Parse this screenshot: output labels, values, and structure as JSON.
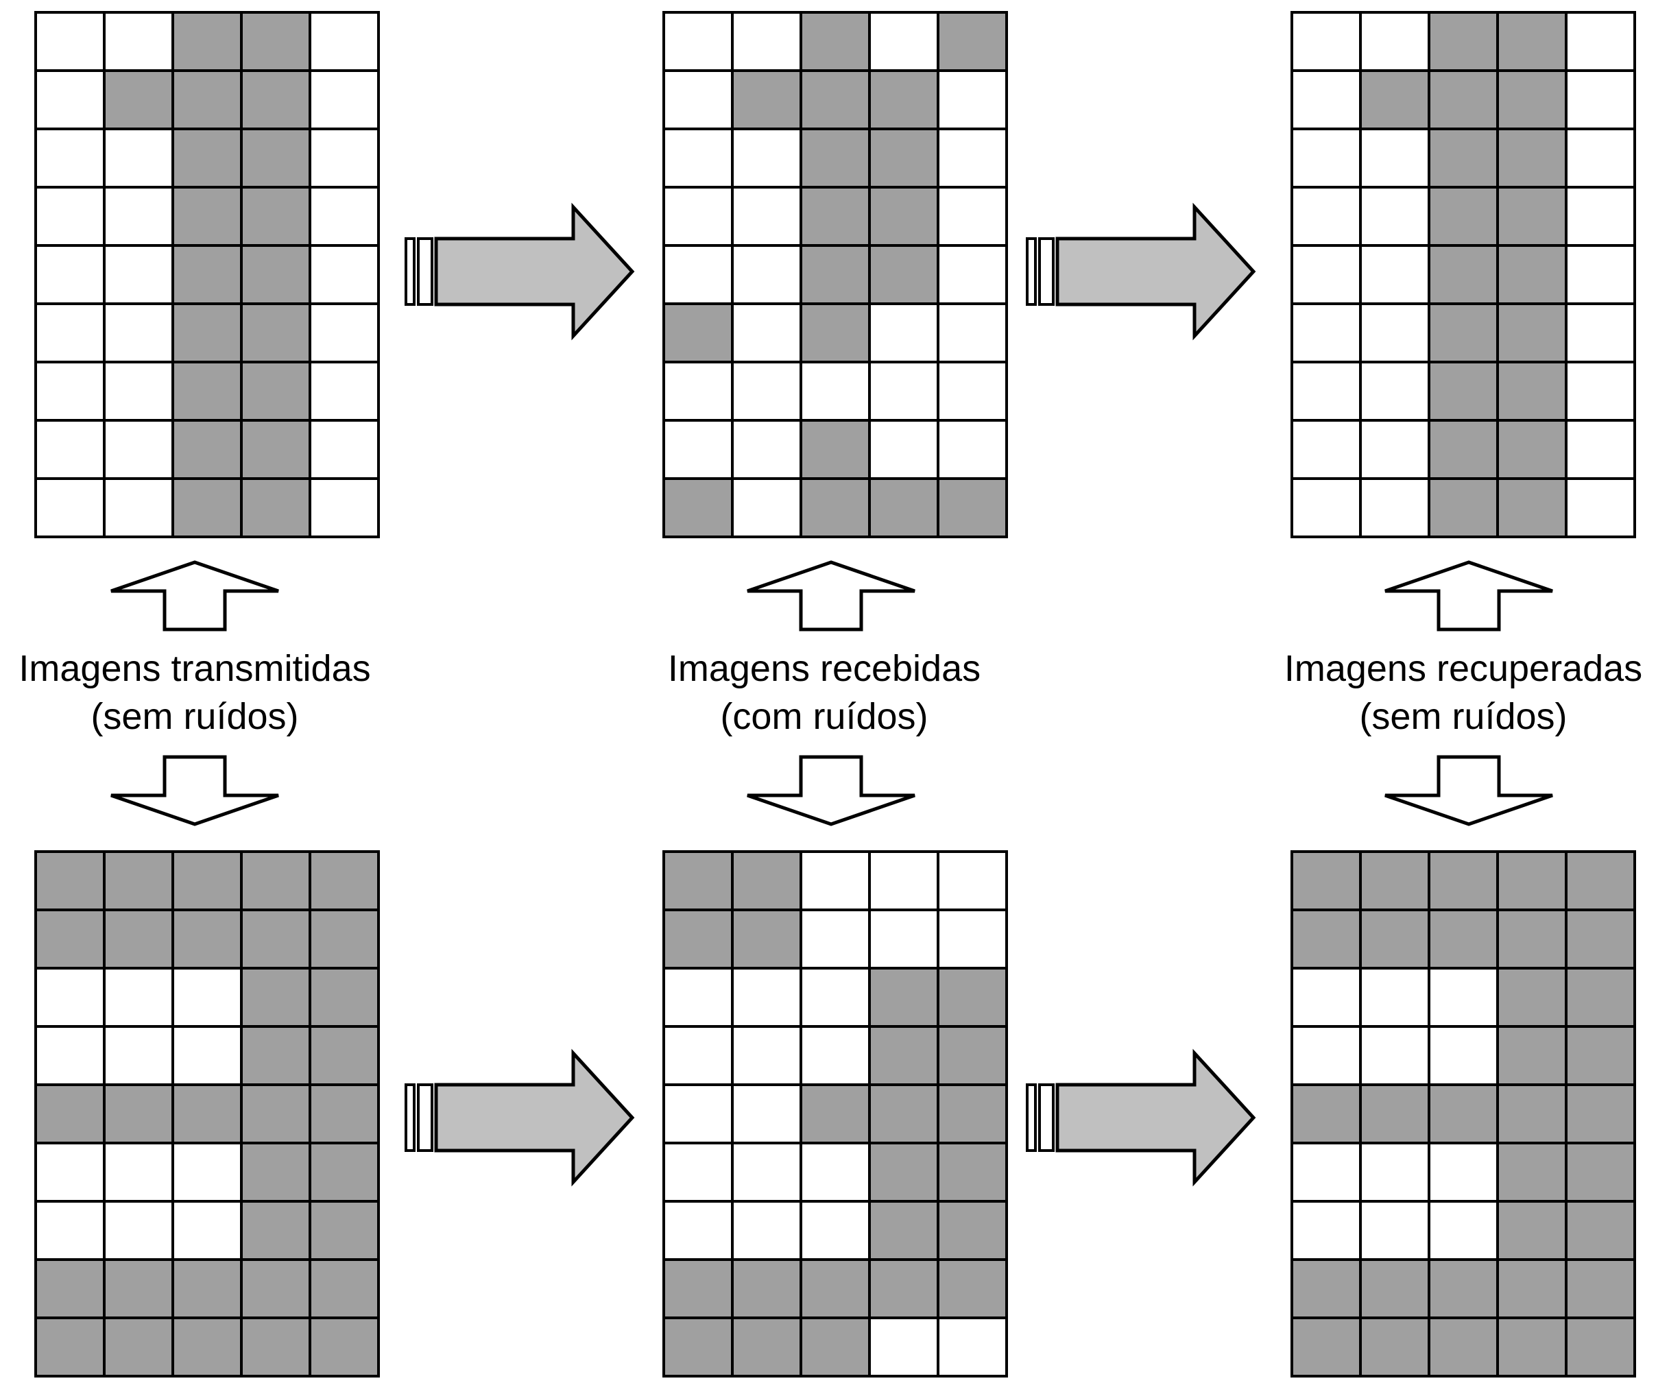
{
  "colors": {
    "filled_cell": "#a0a0a0",
    "empty_cell": "#ffffff",
    "grid_line": "#000000",
    "flow_arrow_fill": "#c0c0c0",
    "label_arrow_fill": "#ffffff"
  },
  "columns": [
    {
      "label_line1": "Imagens transmitidas",
      "label_line2": "(sem ruídos)"
    },
    {
      "label_line1": "Imagens recebidas",
      "label_line2": "(com ruídos)"
    },
    {
      "label_line1": "Imagens recuperadas",
      "label_line2": "(sem ruídos)"
    }
  ],
  "grids": {
    "top": [
      [
        [
          0,
          0,
          1,
          1,
          0
        ],
        [
          0,
          1,
          1,
          1,
          0
        ],
        [
          0,
          0,
          1,
          1,
          0
        ],
        [
          0,
          0,
          1,
          1,
          0
        ],
        [
          0,
          0,
          1,
          1,
          0
        ],
        [
          0,
          0,
          1,
          1,
          0
        ],
        [
          0,
          0,
          1,
          1,
          0
        ],
        [
          0,
          0,
          1,
          1,
          0
        ],
        [
          0,
          0,
          1,
          1,
          0
        ]
      ],
      [
        [
          0,
          0,
          1,
          0,
          1
        ],
        [
          0,
          1,
          1,
          1,
          0
        ],
        [
          0,
          0,
          1,
          1,
          0
        ],
        [
          0,
          0,
          1,
          1,
          0
        ],
        [
          0,
          0,
          1,
          1,
          0
        ],
        [
          1,
          0,
          1,
          0,
          0
        ],
        [
          0,
          0,
          0,
          0,
          0
        ],
        [
          0,
          0,
          1,
          0,
          0
        ],
        [
          1,
          0,
          1,
          1,
          1
        ]
      ],
      [
        [
          0,
          0,
          1,
          1,
          0
        ],
        [
          0,
          1,
          1,
          1,
          0
        ],
        [
          0,
          0,
          1,
          1,
          0
        ],
        [
          0,
          0,
          1,
          1,
          0
        ],
        [
          0,
          0,
          1,
          1,
          0
        ],
        [
          0,
          0,
          1,
          1,
          0
        ],
        [
          0,
          0,
          1,
          1,
          0
        ],
        [
          0,
          0,
          1,
          1,
          0
        ],
        [
          0,
          0,
          1,
          1,
          0
        ]
      ]
    ],
    "bottom": [
      [
        [
          1,
          1,
          1,
          1,
          1
        ],
        [
          1,
          1,
          1,
          1,
          1
        ],
        [
          0,
          0,
          0,
          1,
          1
        ],
        [
          0,
          0,
          0,
          1,
          1
        ],
        [
          1,
          1,
          1,
          1,
          1
        ],
        [
          0,
          0,
          0,
          1,
          1
        ],
        [
          0,
          0,
          0,
          1,
          1
        ],
        [
          1,
          1,
          1,
          1,
          1
        ],
        [
          1,
          1,
          1,
          1,
          1
        ]
      ],
      [
        [
          1,
          1,
          0,
          0,
          0
        ],
        [
          1,
          1,
          0,
          0,
          0
        ],
        [
          0,
          0,
          0,
          1,
          1
        ],
        [
          0,
          0,
          0,
          1,
          1
        ],
        [
          0,
          0,
          1,
          1,
          1
        ],
        [
          0,
          0,
          0,
          1,
          1
        ],
        [
          0,
          0,
          0,
          1,
          1
        ],
        [
          1,
          1,
          1,
          1,
          1
        ],
        [
          1,
          1,
          1,
          0,
          0
        ]
      ],
      [
        [
          1,
          1,
          1,
          1,
          1
        ],
        [
          1,
          1,
          1,
          1,
          1
        ],
        [
          0,
          0,
          0,
          1,
          1
        ],
        [
          0,
          0,
          0,
          1,
          1
        ],
        [
          1,
          1,
          1,
          1,
          1
        ],
        [
          0,
          0,
          0,
          1,
          1
        ],
        [
          0,
          0,
          0,
          1,
          1
        ],
        [
          1,
          1,
          1,
          1,
          1
        ],
        [
          1,
          1,
          1,
          1,
          1
        ]
      ]
    ]
  }
}
